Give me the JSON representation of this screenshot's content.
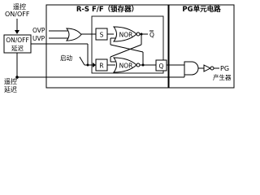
{
  "labels": {
    "remote_top": "遥控",
    "on_off_top": "ON/OFF",
    "on_off_box_line1": "ON/OFF",
    "on_off_box_line2": "延迟",
    "rs_title": "R-S F/F（锁存器）",
    "pg_title": "PG单元电路",
    "ovp": "OVP",
    "uvp": "UVP",
    "s_pin": "S",
    "r_pin": "R",
    "nor_top": "NOR",
    "nor_bottom": "NOR",
    "q_bar": "Q",
    "q_pin": "Q",
    "startup": "启动",
    "pg_out": "PG",
    "pg_gen": "产生器",
    "remote_delay_line1": "遥控",
    "remote_delay_line2": "延迟"
  }
}
